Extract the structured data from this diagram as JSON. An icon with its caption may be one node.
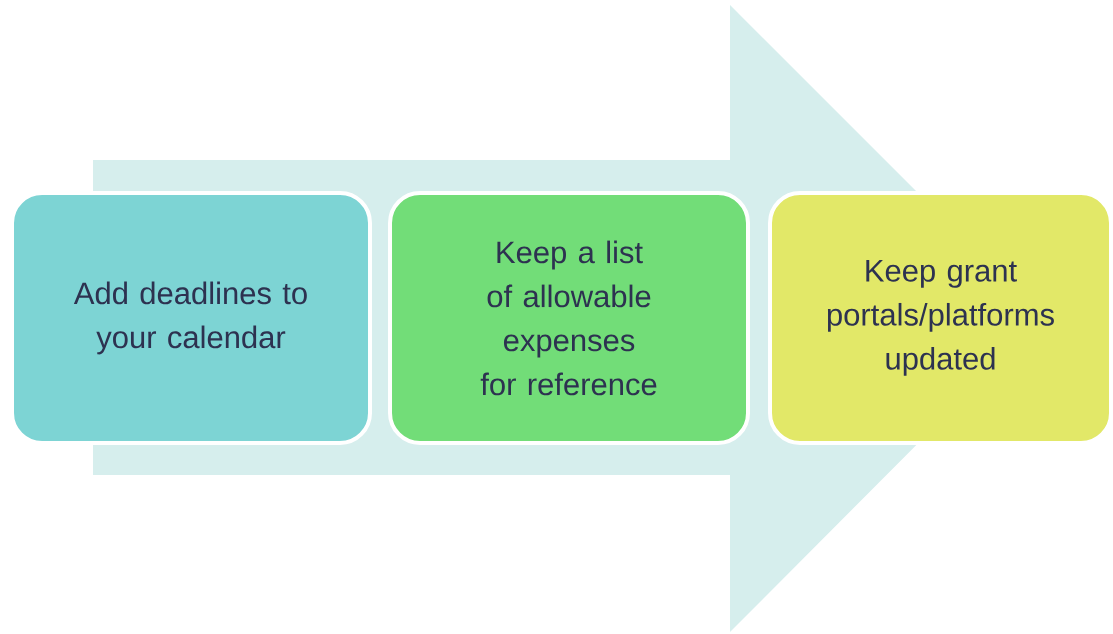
{
  "diagram": {
    "nodes": [
      {
        "text": [
          "Add deadlines to your calendar"
        ]
      },
      {
        "text": [
          "Keep a list of allowable expenses for reference"
        ]
      },
      {
        "text": [
          "Keep grant portals/platforms updated"
        ]
      }
    ],
    "edges": [
      {
        "from": 0,
        "to": 2,
        "arrow": "to"
      }
    ]
  }
}
